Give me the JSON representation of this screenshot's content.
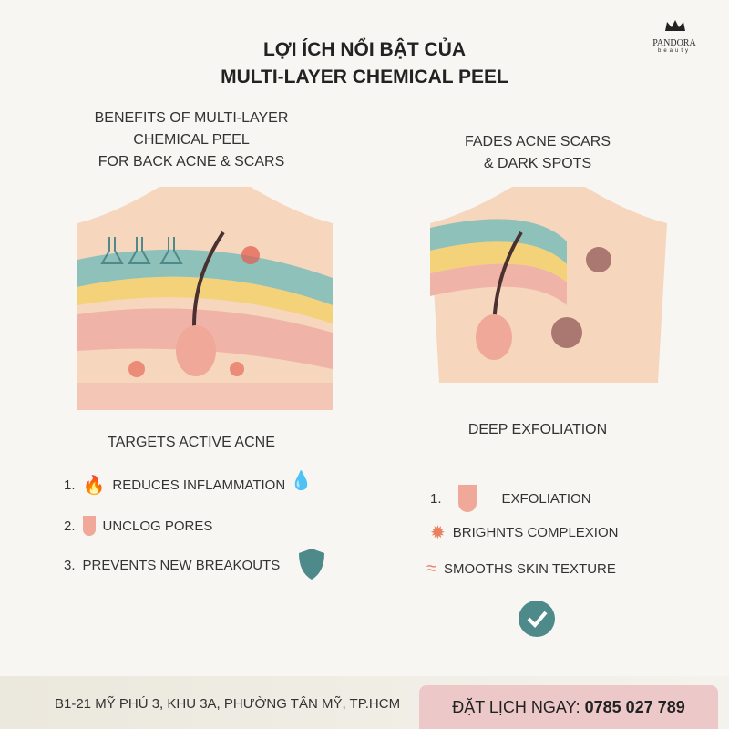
{
  "header": {
    "title_line1": "LỢI ÍCH NỔI BẬT CỦA",
    "title_line2": "MULTI-LAYER CHEMICAL PEEL"
  },
  "logo": {
    "name": "PANDORA",
    "sub": "beauty"
  },
  "left": {
    "heading": [
      "BENEFITS OF MULTI-LAYER",
      "CHEMICAL PEEL",
      "FOR BACK ACNE & SCARS"
    ],
    "subheading": "TARGETS ACTIVE ACNE",
    "items": [
      {
        "num": "1.",
        "label": "REDUCES INFLAMMATION",
        "icon": "flame-icon"
      },
      {
        "num": "2.",
        "label": "UNCLOG PORES",
        "icon": "pore-icon"
      },
      {
        "num": "3.",
        "label": "PREVENTS NEW BREAKOUTS",
        "icon": "shield-icon"
      }
    ]
  },
  "right": {
    "heading": [
      "FADES ACNE SCARS",
      "& DARK SPOTS"
    ],
    "subheading": "DEEP EXFOLIATION",
    "items": [
      {
        "num": "1.",
        "label": "EXFOLIATION",
        "icon": "pore-icon"
      },
      {
        "num": "",
        "label": "BRIGHNTS COMPLEXION",
        "icon": "sun-icon"
      },
      {
        "num": "",
        "label": "SMOOTHS SKIN TEXTURE",
        "icon": "waves-icon"
      }
    ]
  },
  "footer": {
    "address": "B1-21 MỸ PHÚ 3, KHU 3A, PHƯỜNG TÂN MỸ, TP.HCM",
    "cta_label": "ĐẶT LỊCH NGAY:",
    "phone": "0785 027 789"
  },
  "colors": {
    "teal": "#4f8a8b",
    "skin": "#f6d6bd",
    "pink": "#f0b3a8",
    "yellow": "#f3d27a",
    "red": "#e35a4a"
  }
}
